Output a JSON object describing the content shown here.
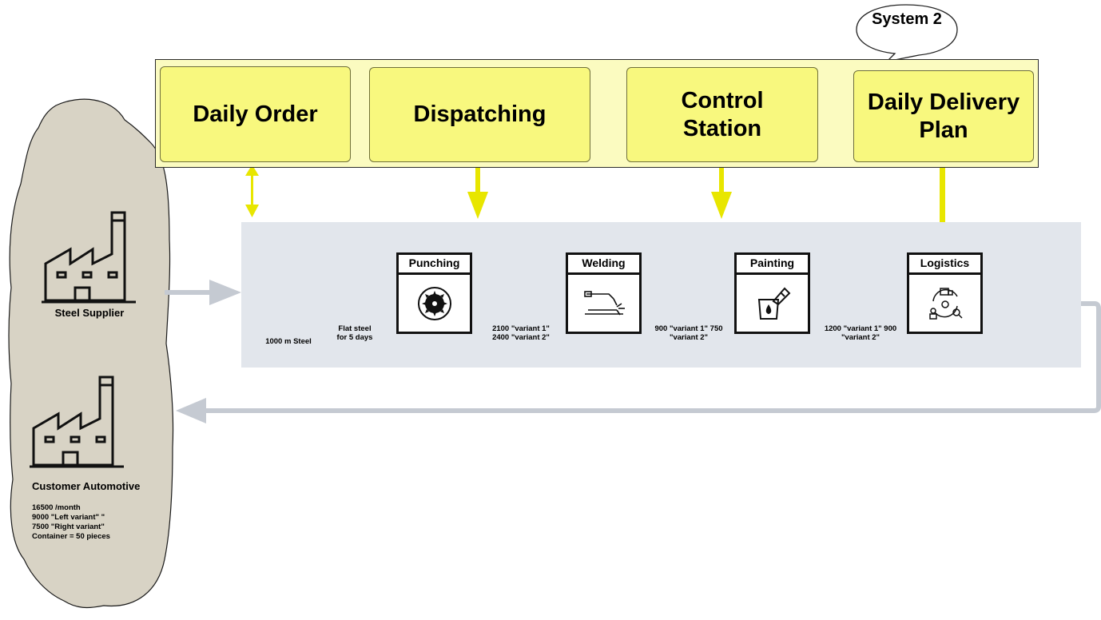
{
  "system": {
    "callout": "System 2",
    "boxes": [
      {
        "label": "Daily Order"
      },
      {
        "label": "Dispatching"
      },
      {
        "label": "Control Station"
      },
      {
        "label": "Daily Delivery Plan"
      }
    ]
  },
  "supplier": {
    "label": "Steel Supplier",
    "truck_label": "1000 m Steel"
  },
  "inventories": [
    {
      "label": "Flat steel for 5 days"
    },
    {
      "label": "2100 \"variant 1\" 2400 \"variant 2\""
    },
    {
      "label": "900 \"variant 1\" 750 \"variant 2\""
    },
    {
      "label": "1200 \"variant 1\" 900 \"variant 2\""
    }
  ],
  "processes": [
    {
      "name": "Punching",
      "icon": "saw-blade-icon"
    },
    {
      "name": "Welding",
      "icon": "welding-torch-icon"
    },
    {
      "name": "Painting",
      "icon": "paint-bucket-icon"
    },
    {
      "name": "Logistics",
      "icon": "logistics-cycle-icon"
    }
  ],
  "customer": {
    "label": "Customer Automotive",
    "details": [
      "16500 /month",
      "9000 \"Left variant\" \"",
      "7500 \"Right variant\"",
      "Container = 50 pieces"
    ]
  },
  "colors": {
    "signal_yellow": "#e8e600",
    "system_box": "#f8f87e",
    "band": "#fbfbc0",
    "stream_bg": "#e2e6ec",
    "cloud": "#d8d3c5",
    "flow_gray": "#c5cad2"
  }
}
